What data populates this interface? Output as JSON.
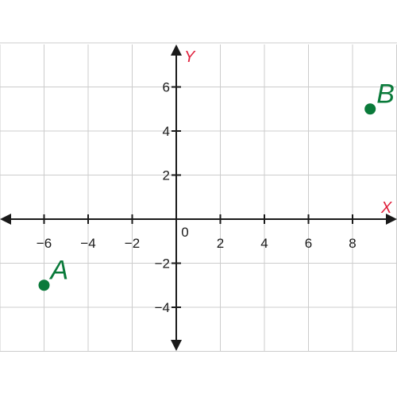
{
  "chart_data": {
    "type": "scatter",
    "xlabel": "X",
    "ylabel": "Y",
    "xlim": [
      -8,
      10
    ],
    "ylim": [
      -6,
      8
    ],
    "grid": true,
    "x_ticks": [
      -6,
      -4,
      -2,
      0,
      2,
      4,
      6,
      8
    ],
    "x_tick_labels": [
      "−6",
      "−4",
      "−2",
      "0",
      "2",
      "4",
      "6",
      "8"
    ],
    "y_ticks": [
      6,
      4,
      2,
      -2,
      -4
    ],
    "y_tick_labels": [
      "6",
      "4",
      "2",
      "−2",
      "−4"
    ],
    "points": [
      {
        "label": "A",
        "x": -6,
        "y": -3
      },
      {
        "label": "B",
        "x": 8.8,
        "y": 5
      }
    ],
    "colors": {
      "grid": "#cccccc",
      "axis": "#1a1a1a",
      "axis_label": "#e0203c",
      "point": "#0a7a3a"
    }
  }
}
